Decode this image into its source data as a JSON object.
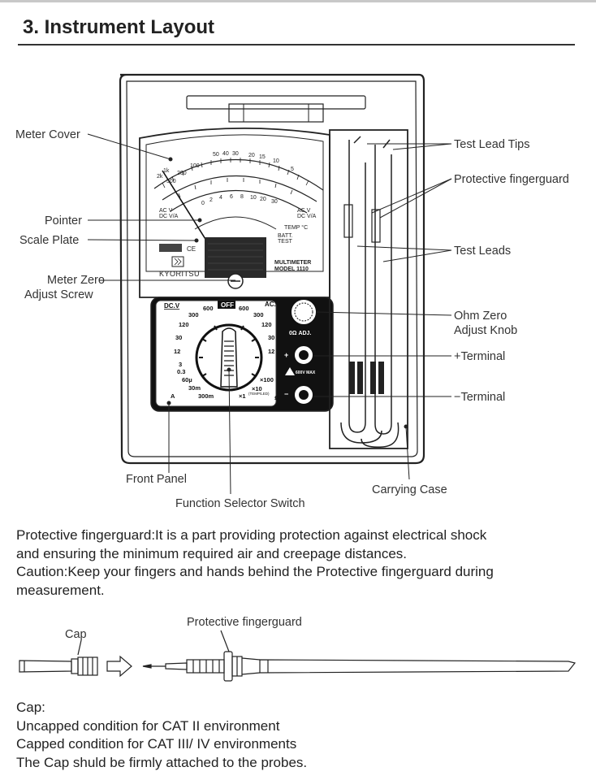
{
  "section": {
    "title": "3. Instrument Layout"
  },
  "callouts": {
    "meter_cover": "Meter Cover",
    "pointer": "Pointer",
    "scale_plate": "Scale Plate",
    "meter_zero_line1": "Meter Zero",
    "meter_zero_line2": "Adjust Screw",
    "test_lead_tips": "Test Lead Tips",
    "protective_fingerguard": "Protective fingerguard",
    "test_leads": "Test Leads",
    "ohm_zero_line1": "Ohm Zero",
    "ohm_zero_line2": "Adjust Knob",
    "plus_terminal": "+Terminal",
    "minus_terminal": "−Terminal",
    "front_panel": "Front Panel",
    "function_selector": "Function Selector Switch",
    "carrying_case": "Carrying Case"
  },
  "meter": {
    "brand": "KYORITSU",
    "model_line1": "MULTIMETER",
    "model_line2": "MODEL 1110",
    "scale_top": [
      "50",
      "40",
      "30",
      "20",
      "15",
      "10",
      "5"
    ],
    "scale_left": [
      "2k",
      "1k",
      "500",
      "200",
      "100"
    ],
    "scale_mid": [
      "0",
      "2",
      "4",
      "6",
      "8",
      "10",
      "20",
      "30"
    ],
    "acv": "AC V",
    "dcva": "DC V/A",
    "temp": "TEMP °C",
    "batt_line1": "BATT.",
    "batt_line2": "TEST",
    "ce": "CE"
  },
  "panel": {
    "dcv": "DC.V",
    "acv": "AC.V",
    "off": "OFF",
    "ohm_adj": "0Ω ADJ.",
    "left_ranges": [
      "600",
      "300",
      "120",
      "30",
      "12",
      "3",
      "0.3",
      "60µ",
      "30m",
      "300m"
    ],
    "right_ranges": [
      "600",
      "300",
      "120",
      "30",
      "12"
    ],
    "ohm_ranges": [
      "×100",
      "×10",
      "×1"
    ],
    "ma": "A",
    "temp_led": "(TEMP/LED)",
    "voltage_max": "600V MAX",
    "plus": "+",
    "minus": "−",
    "omega": "Ω"
  },
  "description": {
    "line1": "Protective fingerguard:It is a part providing protection against electrical shock",
    "line2": "and ensuring the minimum required air and creepage distances.",
    "line3": "Caution:Keep your fingers and hands behind the Protective fingerguard during",
    "line4": "measurement."
  },
  "probe_figure": {
    "cap_label": "Cap",
    "fingerguard_label": "Protective fingerguard"
  },
  "cap_notes": {
    "title": "Cap:",
    "line1": "Uncapped condition for CAT II environment",
    "line2": "Capped condition for CAT III/ IV environments",
    "line3": "The Cap shuld be firmly attached to the probes."
  }
}
